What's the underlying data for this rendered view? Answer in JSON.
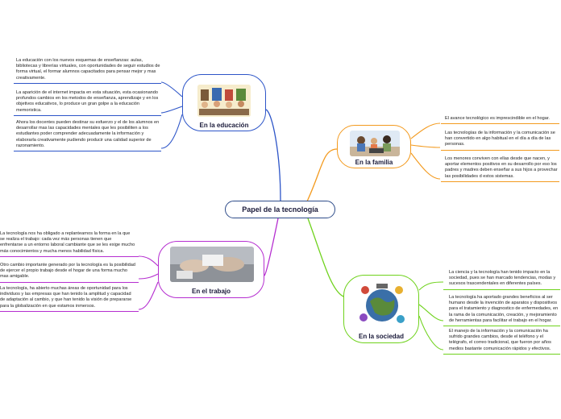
{
  "central": {
    "title": "Papel de la tecnología"
  },
  "branches": {
    "educacion": {
      "title": "En la educación",
      "color": "#2d55c8",
      "notes": [
        "La educación con los nuevos esquemas de enseñanzas: aulas, bibliotecas y librerías virtuales, con oportunidades de seguir estudios de forma virtual, el formar alumnos capacitados para pensar mejor y mas creativamente.",
        "La aparición de el internet impacta en esta situación, esta ocasionando profundos cambios en los metodos de enseñanza, aprendizaje y en los objetivos educativos, lo produce un gran golpe a la educación memoristica.",
        "Ahora los docentes pueden destinar su esfuerzo y el de los alumnos en desarrollar mas las capacidades mentales que les posibiliten a los estudiantes poder comprender adecuadamente la información y elaborarla creativamente pudiendo producir una calidad superior de razonamiento."
      ]
    },
    "familia": {
      "title": "En la familia",
      "color": "#f39a1e",
      "notes": [
        "El avance tecnológico es imprescindible en el hogar.",
        "Las tecnologías de la información y la comunicación se han convertido en algo habitual en el día a día de las personas.",
        "Los menores conviven con ellas desde que nacen, y aportar elementos positivos en su desarrollo por eso los padres y madres deben enseñar a sus hijos a provechar las posibilidades d estos sistemas."
      ]
    },
    "trabajo": {
      "title": "En el trabajo",
      "color": "#b52ed0",
      "notes": [
        "La tecnología nos ha obligado a replantearnos la forma en la que se realiza el trabajo: cada vez más personas tienen que enfrentarse a un entorno laboral cambiante que se les exige mucho más conocimientos y mucha menos habilidad física.",
        "Otro cambio importante generado por la tecnología es la posibilidad de ejercer el propio trabajo desde el hogar de una forma mucho mas amigable.",
        "La tecnología, ha abierto muchas áreas de oportunidad para los individuos y las empresas que han tenido la amplitud y capacidad de adaptación al cambio, y que han tenido la visión de prepararse para la globalización en que estamos inmersos."
      ]
    },
    "sociedad": {
      "title": "En la sociedad",
      "color": "#6fd21c",
      "notes": [
        "La ciencia y la tecnología han tenido impacto en la sociedad, pues se han marcado tendencias, modas y sucesos trascendentales en diferentes países.",
        "La tecnología ha aportado grandes beneficios al ser humano desde la invención de aparatos y dispositivos para el tratamiento y diagnostico de enfermedades, en la rama de la comunicación, creación, y mejoramiento de herramientas para facilitar el trabajo en el hogar.",
        "El manejo de la información y la comunicación ha sufrido grandes cambios, desde el teléfono y el telégrafo, el correo tradicional, que fueron por años medios bastante comunicación rápidos y efectivos."
      ]
    }
  }
}
